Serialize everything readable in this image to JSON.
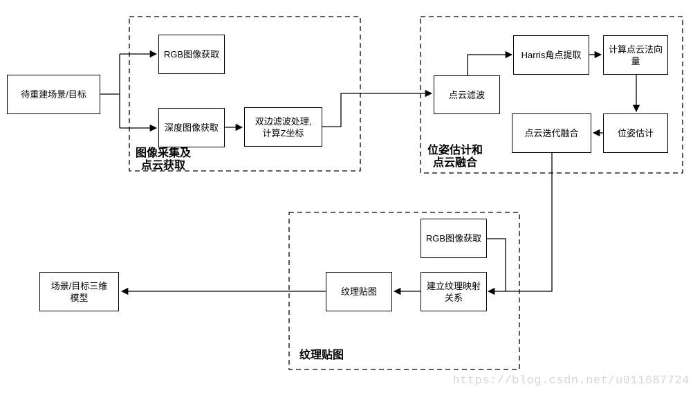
{
  "diagram": {
    "title_hint": "3D reconstruction pipeline flowchart",
    "nodes": {
      "start": {
        "label": "待重建场景/目标"
      },
      "rgb_capture_top": {
        "label": "RGB图像获取"
      },
      "depth_capture": {
        "label": "深度图像获取"
      },
      "bilateral_filter": {
        "label": "双边滤波处理,\n计算Z坐标"
      },
      "pointcloud_filter": {
        "label": "点云滤波"
      },
      "harris_corner": {
        "label": "Harris角点提取"
      },
      "normal_vector": {
        "label": "计算点云法向\n量"
      },
      "pose_estimation": {
        "label": "位姿估计"
      },
      "iterative_fusion": {
        "label": "点云迭代融合"
      },
      "rgb_capture_bottom": {
        "label": "RGB图像获取"
      },
      "texture_mapping_relation": {
        "label": "建立纹理映射\n关系"
      },
      "texture_mapping": {
        "label": "纹理贴图"
      },
      "final_model": {
        "label": "场景/目标三维\n模型"
      }
    },
    "groups": {
      "acquisition": {
        "label": "图像采集及\n点云获取"
      },
      "pose_fusion": {
        "label": "位姿估计和\n点云融合"
      },
      "texturing": {
        "label": "纹理贴图"
      }
    },
    "colors": {
      "line": "#000000",
      "background": "#ffffff",
      "watermark": "#d6d6d2"
    }
  },
  "watermark": {
    "text": "https://blog.csdn.net/u011687724"
  }
}
